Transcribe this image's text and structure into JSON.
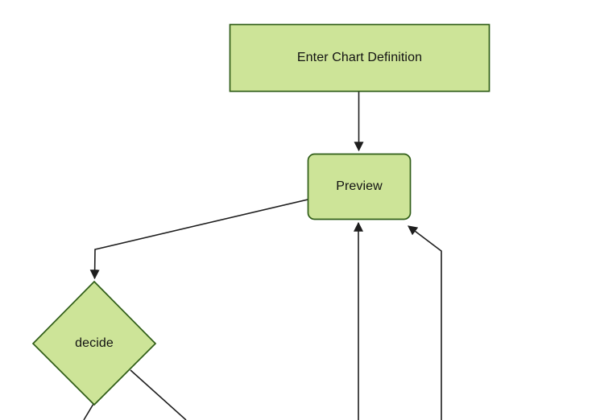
{
  "diagram": {
    "type": "flowchart",
    "direction": "top-down",
    "nodes": [
      {
        "id": "A",
        "label": "Enter Chart Definition",
        "shape": "rectangle"
      },
      {
        "id": "B",
        "label": "Preview",
        "shape": "rounded-rectangle"
      },
      {
        "id": "C",
        "label": "decide",
        "shape": "diamond"
      }
    ],
    "edges": [
      {
        "from": "A",
        "to": "B",
        "style": "arrow",
        "label": ""
      },
      {
        "from": "B",
        "to": "C",
        "style": "arrow",
        "label": ""
      },
      {
        "from": "offscreen-bottom-1",
        "to": "B",
        "style": "arrow",
        "label": ""
      },
      {
        "from": "offscreen-bottom-2",
        "to": "B",
        "style": "arrow",
        "label": ""
      },
      {
        "from": "C",
        "to": "offscreen-bottom-left",
        "style": "line",
        "label": ""
      },
      {
        "from": "C",
        "to": "offscreen-bottom-right",
        "style": "line",
        "label": ""
      }
    ],
    "colors": {
      "node_fill": "#cde498",
      "node_border": "#2f5d17",
      "edge": "#1e1e1e",
      "text": "#121212",
      "background": "#ffffff"
    }
  }
}
